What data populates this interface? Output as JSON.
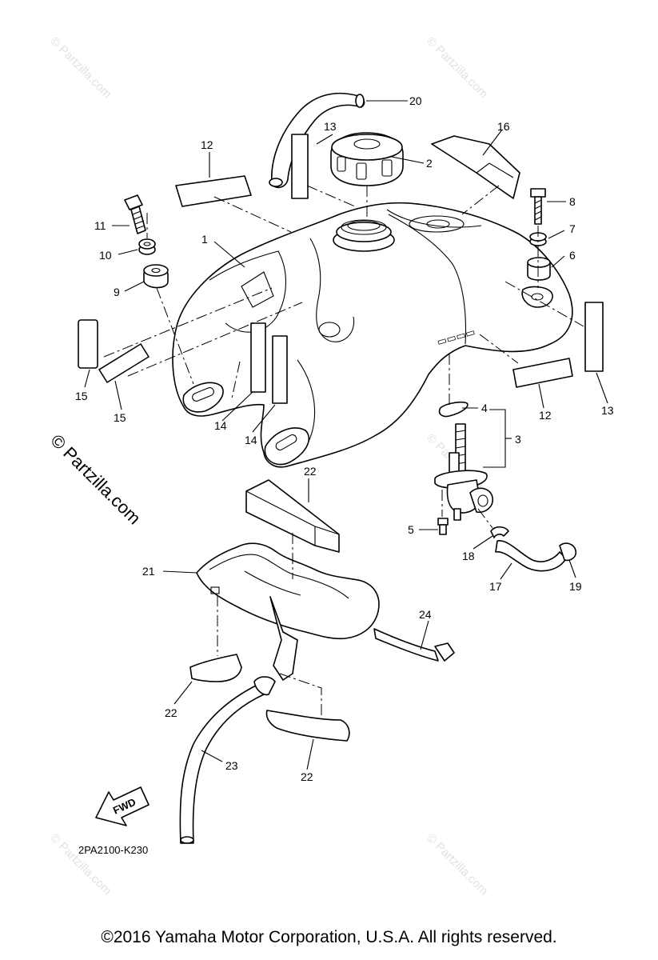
{
  "diagram": {
    "part_callouts": [
      "20",
      "13",
      "16",
      "12",
      "2",
      "8",
      "11",
      "7",
      "1",
      "10",
      "6",
      "9",
      "15",
      "15",
      "14",
      "14",
      "13",
      "12",
      "4",
      "3",
      "22",
      "5",
      "18",
      "17",
      "19",
      "21",
      "24",
      "22",
      "23",
      "22"
    ],
    "diagram_code": "2PA2100-K230",
    "fwd_label": "FWD"
  },
  "watermarks": {
    "faint": "© Partzilla.com",
    "side": "© Partzilla.com"
  },
  "footer": {
    "copyright": "©2016  Yamaha Motor Corporation, U.S.A. All rights reserved."
  }
}
